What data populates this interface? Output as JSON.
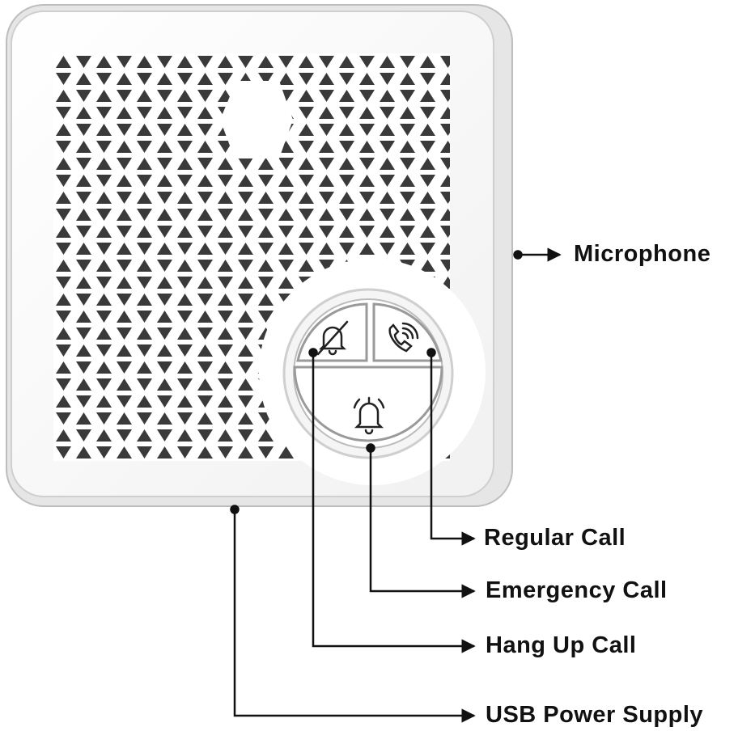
{
  "labels": {
    "microphone": "Microphone",
    "regular_call": "Regular Call",
    "emergency_call": "Emergency Call",
    "hang_up_call": "Hang Up Call",
    "usb_power_supply": "USB Power Supply"
  },
  "icons": {
    "hang_up": "bell-off-icon",
    "regular_call": "phone-ringing-icon",
    "emergency_call": "bell-ringing-icon"
  },
  "colors": {
    "device_body": "#ffffff",
    "device_edge": "#d9d9d9",
    "grille_mesh": "#3a3a3a",
    "callout_line": "#111111"
  }
}
